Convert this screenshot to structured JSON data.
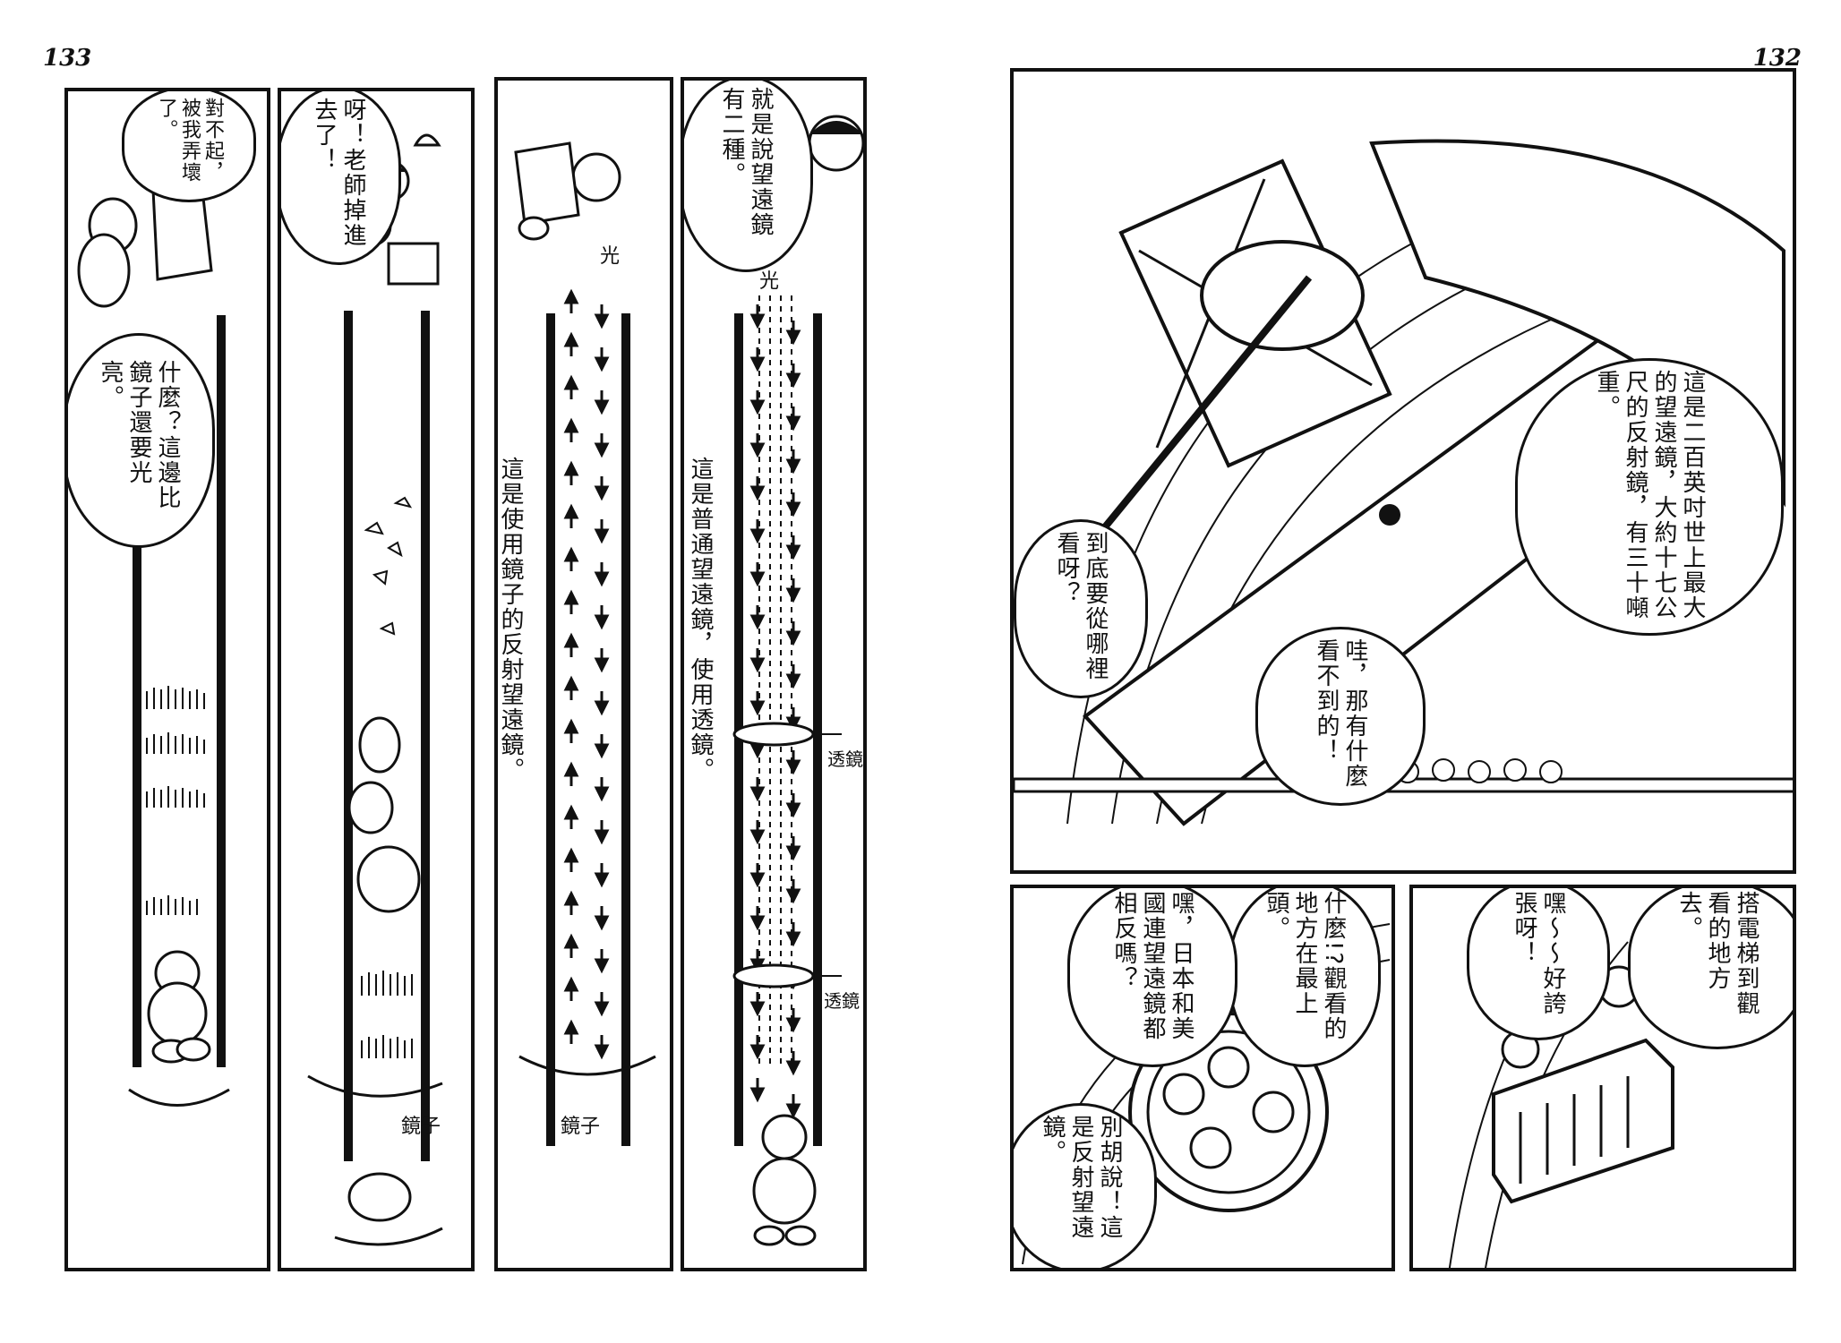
{
  "pages": {
    "left_number": "133",
    "right_number": "132"
  },
  "left_page": {
    "panel1": {
      "bubble_top": "對不起，被我弄壞了。",
      "bubble_mid": "什麼？這邊比鏡子還要光亮。"
    },
    "panel2": {
      "bubble_top": "呀！老師掉進去了！",
      "label_mirror": "鏡子"
    },
    "panel3": {
      "label_light": "光",
      "caption": "這是使用鏡子的反射望遠鏡。",
      "label_mirror": "鏡子"
    },
    "panel4": {
      "bubble_top": "就是說望遠鏡有二種。",
      "label_light": "光",
      "caption": "這是普通望遠鏡，使用透鏡。",
      "label_lens_1": "透鏡",
      "label_lens_2": "透鏡"
    }
  },
  "right_page": {
    "panel_big": {
      "bubble_right": "這是二百英吋世上最大的望遠鏡，大約十七公尺的反射鏡，有三十噸重。",
      "bubble_center": "哇，那有什麼看不到的！",
      "bubble_left": "到底要從哪裡看呀？"
    },
    "panel_bl": {
      "bubble_1": "什麼!?觀看的地方在最上頭。",
      "bubble_2": "嘿，日本和美國連望遠鏡都相反嗎？",
      "bubble_3": "別胡說！這是反射望遠鏡。"
    },
    "panel_br": {
      "bubble_1": "搭電梯到觀看的地方去。",
      "bubble_2": "嘿～～好誇張呀！"
    }
  }
}
